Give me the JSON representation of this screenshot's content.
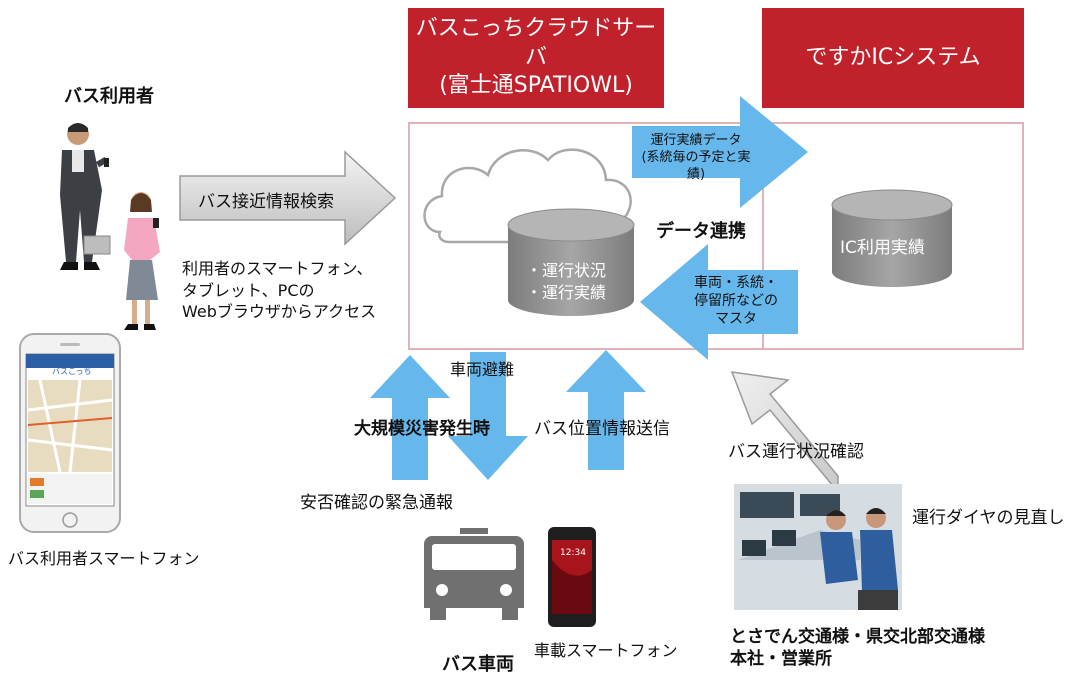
{
  "servers": {
    "cloud_server": "バスこっちクラウドサーバ\n(富士通SPATIOWL)",
    "ic_system": "ですかICシステム"
  },
  "labels": {
    "bus_users": "バス利用者",
    "search": "バス接近情報検索",
    "access_note": "利用者のスマートフォン、\nタブレット、PCの\nWebブラウザからアクセス",
    "smartphone_caption": "バス利用者スマートフォン",
    "db_cloud": "・運行状況\n・運行実績",
    "db_ic": "IC利用実績",
    "data_link": "データ連携",
    "ops_data": "運行実績データ\n(系統毎の予定と実績)",
    "master_data": "車両・系統・\n停留所などの\nマスタ",
    "evacuation": "車両避難",
    "disaster": "大規模災害発生時",
    "emergency": "安否確認の緊急通報",
    "bus_position": "バス位置情報送信",
    "status_check": "バス運行状況確認",
    "schedule_review": "運行ダイヤの見直し",
    "bus_vehicle": "バス車両",
    "onboard_phone": "車載スマートフォン",
    "operators": "とさでん交通様・県交北部交通様\n本社・営業所"
  },
  "phone_screen": {
    "app_name": "バスこっち",
    "time": "12:34"
  },
  "colors": {
    "server_red": "#c0212b",
    "arrow_blue": "#66b8ec",
    "arrow_gray": "#d0d0d0",
    "db_gray": "#8c8c8c"
  }
}
